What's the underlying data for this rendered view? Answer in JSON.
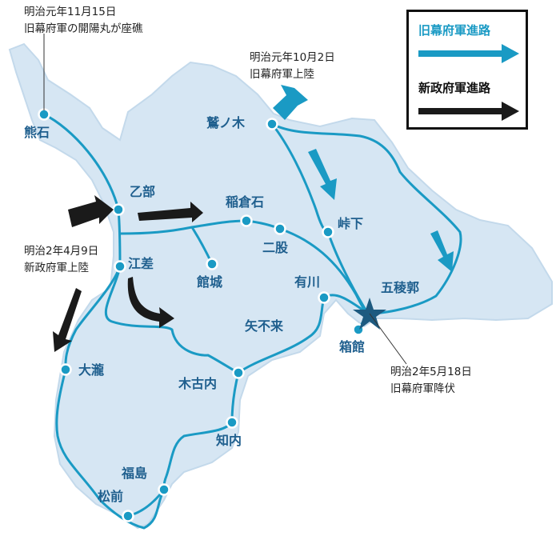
{
  "colors": {
    "land": "#d6e6f3",
    "coast": "#c3d9eb",
    "route": "#1a9ac4",
    "station": "#1a9ac4",
    "shogunate_arrow": "#1a9ac4",
    "government_arrow": "#1a1a1a",
    "label": "#1f5f8e",
    "star": "#1d5a80"
  },
  "legend": {
    "shogunate": "旧幕府軍進路",
    "government": "新政府軍進路"
  },
  "annotations": {
    "kaiyomaru": {
      "line1": "明治元年11月15日",
      "line2": "旧幕府軍の開陽丸が座礁"
    },
    "shogunate_landing": {
      "line1": "明治元年10月2日",
      "line2": "旧幕府軍上陸"
    },
    "government_landing": {
      "line1": "明治2年4月9日",
      "line2": "新政府軍上陸"
    },
    "surrender": {
      "line1": "明治2年5月18日",
      "line2": "旧幕府軍降伏"
    }
  },
  "places": {
    "kumaishi": "熊石",
    "otobe": "乙部",
    "inakuraishi": "稲倉石",
    "futamata": "二股",
    "tateshiro": "館城",
    "esashi": "江差",
    "washinoki": "鷲ノ木",
    "togeshita": "峠下",
    "arikawa": "有川",
    "goryokaku": "五稜郭",
    "yafurai": "矢不来",
    "hakodate": "箱館",
    "okoshinai": "大瀧",
    "kikonai": "木古内",
    "shiriuchi": "知内",
    "fukushima": "福島",
    "matsumae": "松前"
  }
}
